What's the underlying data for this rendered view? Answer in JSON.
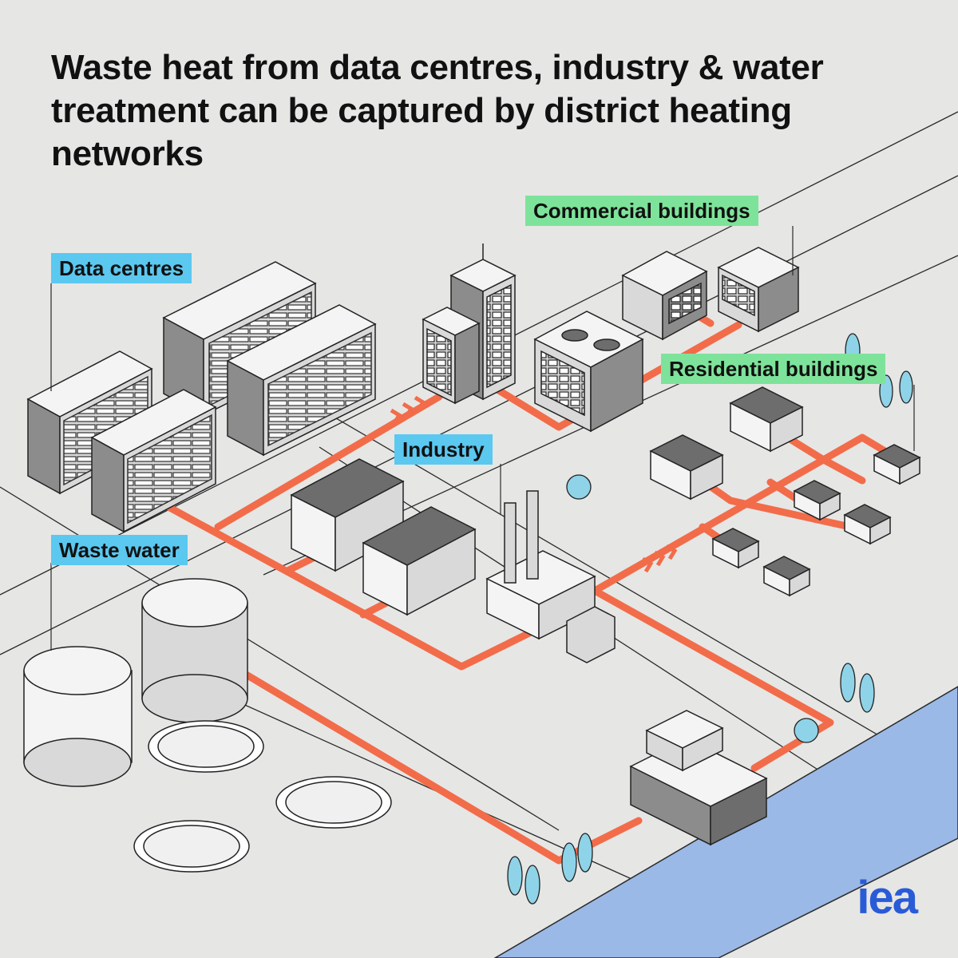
{
  "title": "Waste heat from data centres, industry & water treatment can be captured by district heating networks",
  "labels": {
    "data_centres": "Data centres",
    "commercial": "Commercial buildings",
    "residential": "Residential buildings",
    "industry": "Industry",
    "waste_water": "Waste water"
  },
  "logo": "iea",
  "colors": {
    "background": "#e6e6e5",
    "heat_pipe": "#f26c4a",
    "river": "#9bb9e6",
    "label_blue": "#5bc8f0",
    "label_green": "#7ee39a",
    "logo": "#2a5bd7",
    "tree": "#8fd3e8"
  }
}
